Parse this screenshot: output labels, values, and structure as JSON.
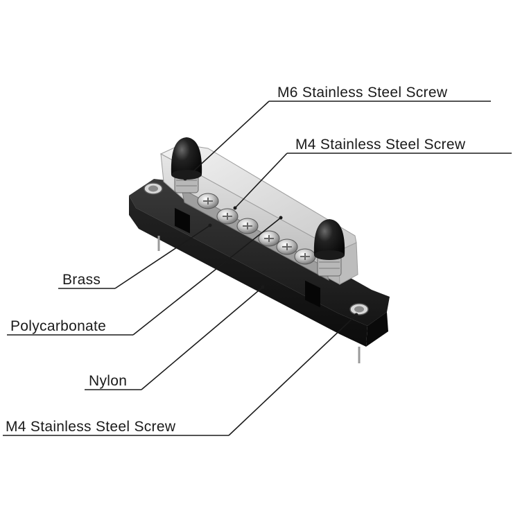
{
  "callouts": {
    "m6_screw": "M6 Stainless Steel Screw",
    "m4_screw_top": "M4 Stainless Steel Screw",
    "brass": "Brass",
    "polycarbonate": "Polycarbonate",
    "nylon": "Nylon",
    "m4_screw_bottom": "M4 Stainless Steel Screw"
  },
  "colors": {
    "nylon_base": "#1c1c1c",
    "polycarbonate_cover": "#d9d9d9",
    "brass_bar": "#bdbdbd",
    "screw_steel": "#a9a9a9",
    "cap": "#111111"
  },
  "terminal_screws": {
    "count": 6
  }
}
